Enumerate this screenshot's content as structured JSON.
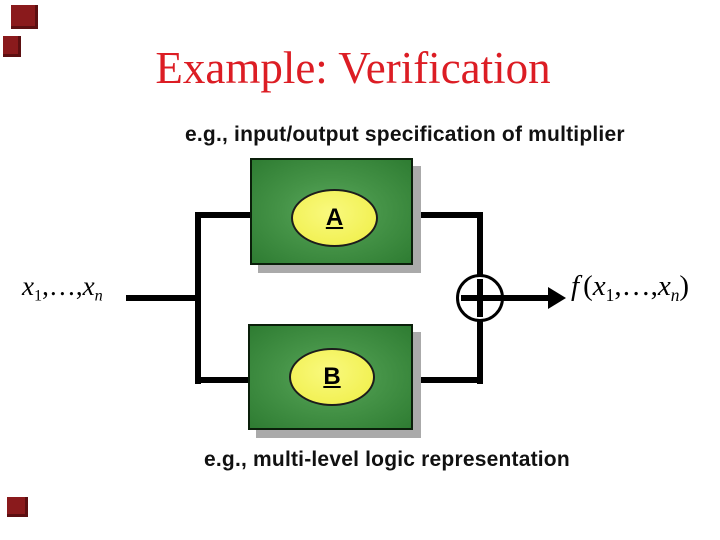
{
  "slide": {
    "title": "Example: Verification",
    "top_caption": "e.g., input/output specification of multiplier",
    "bottom_caption": "e.g., multi-level logic representation"
  },
  "diagram": {
    "module_a": {
      "label": "A"
    },
    "module_b": {
      "label": "B"
    },
    "adder_icon": "plus-in-circle",
    "input_signal": {
      "var1": "x",
      "sub1": "1",
      "separator": ",…,",
      "var2": "x",
      "sub2": "n"
    },
    "output_signal": {
      "func": "f",
      "open_paren": "(",
      "var1": "x",
      "sub1": "1",
      "separator": ",…,",
      "var2": "x",
      "sub2": "n",
      "close_paren": ")"
    }
  },
  "colors": {
    "title_red": "#dc1d24",
    "module_green": "#459347",
    "bubble_yellow": "#f2f155",
    "wire_black": "#000000",
    "shadow_gray": "#aaaaaa",
    "decoration_maroon": "#8a1a1c"
  }
}
